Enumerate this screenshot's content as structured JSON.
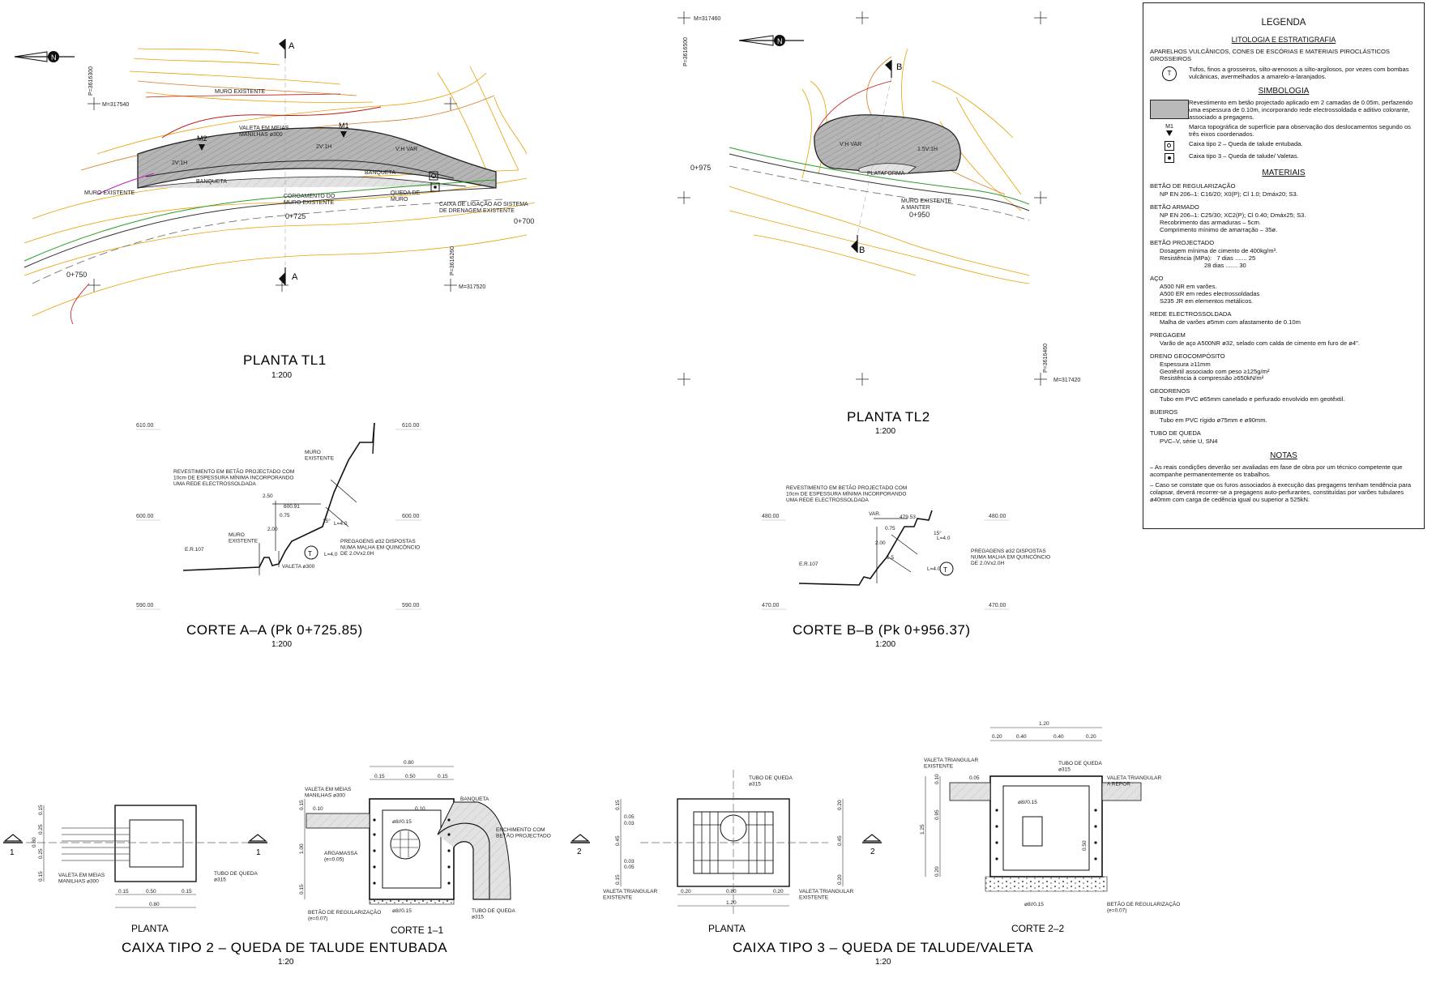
{
  "plan_tl1": {
    "title": "PLANTA TL1",
    "scale": "1:200",
    "labels": {
      "muro_existente_top": "MURO EXISTENTE",
      "valeta": "VALETA EM MEIAS\nMANILHAS ø300",
      "m1": "M1",
      "m2": "M2",
      "slope_2v1h_a": "2V:1H",
      "slope_2v1h_b": "2V:1H",
      "slope_vh_var": "V:H VAR",
      "banqueta_a": "BANQUETA",
      "banqueta_b": "BANQUETA",
      "muro_existente_left": "MURO EXISTENTE",
      "coroamento": "COROAMENTO DO\nMURO EXISTENTE",
      "queda": "QUEDA DE\nMURO",
      "caixa_ligacao": "CAIXA DE LIGAÇÃO AO SISTEMA\nDE DRENAGEM EXISTENTE",
      "pk_725": "0+725",
      "pk_750": "0+750",
      "pk_700": "0+700",
      "coord_p1": "P=3616300",
      "coord_m1": "M=317540",
      "coord_p2": "P=3616260",
      "coord_m2": "M=317520",
      "section_a": "A"
    }
  },
  "plan_tl2": {
    "title": "PLANTA TL2",
    "scale": "1:200",
    "labels": {
      "slope_vh_var": "V:H VAR",
      "slope_15v1h": "1.5V:1H",
      "plataforma": "PLATAFORMA",
      "muro_manter": "MURO EXISTENTE\nA MANTER",
      "pk_975": "0+975",
      "pk_950": "0+950",
      "coord_m_top": "M=317460",
      "coord_p_top": "P=3616500",
      "coord_p_bot": "P=3616460",
      "coord_m_bot": "M=317420",
      "section_b": "B"
    }
  },
  "corte_aa": {
    "title": "CORTE A–A (Pk 0+725.85)",
    "scale": "1:200",
    "elev_top": "610.00",
    "elev_mid": "600.00",
    "elev_bot": "590.00",
    "revestimento": "REVESTIMENTO EM BETÃO PROJECTADO COM\n10cm DE ESPESSURA MÍNIMA INCORPORANDO\nUMA REDE ELECTROSSOLDADA",
    "muro_existente_top": "MURO\nEXISTENTE",
    "muro_existente_low": "MURO\nEXISTENTE",
    "dim_250": "2.50",
    "dim_075": "0.75",
    "dim_200": "2.00",
    "elev_point": "600.91",
    "angle": "15°",
    "length": "L=4.0",
    "pregagens": "PREGAGENS ø32 DISPOSTAS\nNUMA MALHA EM QUINCÔNCIO\nDE 2.0Vx2.0H",
    "er": "E.R.107",
    "valeta": "VALETA ø300",
    "t": "T"
  },
  "corte_bb": {
    "title": "CORTE B–B (Pk 0+956.37)",
    "scale": "1:200",
    "elev_top": "480.00",
    "elev_bot": "470.00",
    "revestimento": "REVESTIMENTO EM BETÃO PROJECTADO COM\n10cm DE ESPESSURA MÍNIMA INCORPORANDO\nUMA REDE ELECTROSSOLDADA",
    "var": "VAR.",
    "elev_point": "479.53",
    "dim_075": "0.75",
    "dim_200": "2.00",
    "dim_15": "1.5",
    "angle": "15°",
    "length": "L=4.0",
    "pregagens": "PREGAGENS ø32 DISPOSTAS\nNUMA MALHA EM QUINCÔNCIO\nDE 2.0Vx2.0H",
    "er": "E.R.107",
    "t": "T"
  },
  "caixa2": {
    "title": "CAIXA TIPO 2 – QUEDA DE TALUDE ENTUBADA",
    "scale": "1:20",
    "planta": "PLANTA",
    "corte": "CORTE 1–1",
    "section_no": "1",
    "valeta": "VALETA EM MEIAS\nMANILHAS ø300",
    "tubo_queda": "TUBO DE QUEDA\nø315",
    "argamassa": "ARGAMASSA\n(e=0.05)",
    "banqueta": "BANQUETA",
    "enchimento": "ENCHIMENTO COM\nBETÃO PROJECTADO",
    "betao_reg": "BETÃO DE REGULARIZAÇÃO\n(e=0.07)",
    "armadura": "ø8//0.15",
    "dim_015": "0.15",
    "dim_050": "0.50",
    "dim_080": "0.80",
    "dim_025": "0.25",
    "dim_010": "0.10",
    "dim_100": "1.00"
  },
  "caixa3": {
    "title": "CAIXA TIPO 3 – QUEDA DE TALUDE/VALETA",
    "scale": "1:20",
    "planta": "PLANTA",
    "corte": "CORTE 2–2",
    "section_no": "2",
    "tubo_queda": "TUBO DE QUEDA\nø315",
    "valeta_exist": "VALETA TRIANGULAR\nEXISTENTE",
    "valeta_repor": "VALETA TRIANGULAR\nA REPOR",
    "betao_reg": "BETÃO DE REGULARIZAÇÃO\n(e=0.07)",
    "armadura": "ø8//0.15",
    "dim_020": "0.20",
    "dim_080": "0.80",
    "dim_120": "1.20",
    "dim_040": "0.40",
    "dim_045": "0.45",
    "dim_095": "0.95",
    "dim_125": "1.25",
    "dim_005": "0.05",
    "dim_003": "0.03",
    "dim_050": "0.50",
    "dim_010": "0.10",
    "dim_015": "0.15"
  },
  "legend": {
    "title": "LEGENDA",
    "litologia_title": "LITOLOGIA E ESTRATIGRAFIA",
    "litologia_text": "APARELHOS VULCÂNICOS, CONES DE ESCÓRIAS E MATERIAIS PIROCLÁSTICOS GROSSEIROS",
    "tufos_symbol": "T",
    "tufos_text": "Tufos, finos a grosseiros, silto-arenosos a silto-argilosos, por vezes com bombas vulcânicas, avermelhados a amarelo-a-laranjados.",
    "simbologia_title": "SIMBOLOGIA",
    "revestimento_text": "Revestimento em betão projectado aplicado em 2 camadas de 0.05m, perfazendo uma espessura de 0.10m, incorporando rede electrossoldada e aditivo colorante, associado a pregagens.",
    "marca_symbol": "M1",
    "marca_text": "Marca topográfica de superfície para observação dos deslocamentos segundo os três eixos coordenados.",
    "caixa2_text": "Caixa tipo 2 – Queda de talude entubada.",
    "caixa3_text": "Caixa tipo 3 – Queda de talude/ Valetas.",
    "materiais_title": "MATERIAIS",
    "materiais": [
      {
        "title": "BETÃO DE REGULARIZAÇÃO",
        "lines": [
          "NP EN 206–1: C16/20; X0(P); Cl 1.0; Dmáx20; S3."
        ]
      },
      {
        "title": "BETÃO ARMADO",
        "lines": [
          "NP EN 206–1: C25/30; XC2(P); Cl 0.40; Dmáx25; S3.",
          "Recobrimento das armaduras – 5cm.",
          "Comprimento mínimo de amarração – 35ø."
        ]
      },
      {
        "title": "BETÃO PROJECTADO",
        "lines": [
          "Dosagem mínima de cimento de 400kg/m³.",
          "Resistência (MPa):   7 dias ....... 25",
          "                          28 dias ....... 30"
        ]
      },
      {
        "title": "AÇO",
        "lines": [
          "A500 NR em varões.",
          "A500 ER em redes electrossoldadas",
          "S235 JR em elementos metálicos."
        ]
      },
      {
        "title": "REDE ELECTROSSOLDADA",
        "lines": [
          "Malha de varões ø5mm com afastamento de 0.10m"
        ]
      },
      {
        "title": "PREGAGEM",
        "lines": [
          "Varão de aço A500NR ø32, selado com calda de cimento em furo de ø4\"."
        ]
      },
      {
        "title": "DRENO GEOCOMPÓSITO",
        "lines": [
          "Espessura ≥11mm",
          "Geotêxtil associado com peso ≥125g/m²",
          "Resistência à compressão ≥650kN/m²"
        ]
      },
      {
        "title": "GEODRENOS",
        "lines": [
          "Tubo em PVC ø65mm canelado e perfurado envolvido em geotêxtil."
        ]
      },
      {
        "title": "BUEIROS",
        "lines": [
          "Tubo em PVC rígido ø75mm e ø90mm."
        ]
      },
      {
        "title": "TUBO DE QUEDA",
        "lines": [
          "PVC–V, série U, SN4"
        ]
      }
    ],
    "notas_title": "NOTAS",
    "notas": [
      "– As reais condições deverão ser avaliadas em fase de obra por um técnico competente que acompanhe permanentemente os trabalhos.",
      "– Caso se constate que os furos associados à execução das pregagens tenham tendência para colapsar, deverá recorrer-se a pregagens auto-perfurantes, constituídas por varões tubulares ø40mm com carga de cedência igual ou superior a 525kN."
    ]
  }
}
